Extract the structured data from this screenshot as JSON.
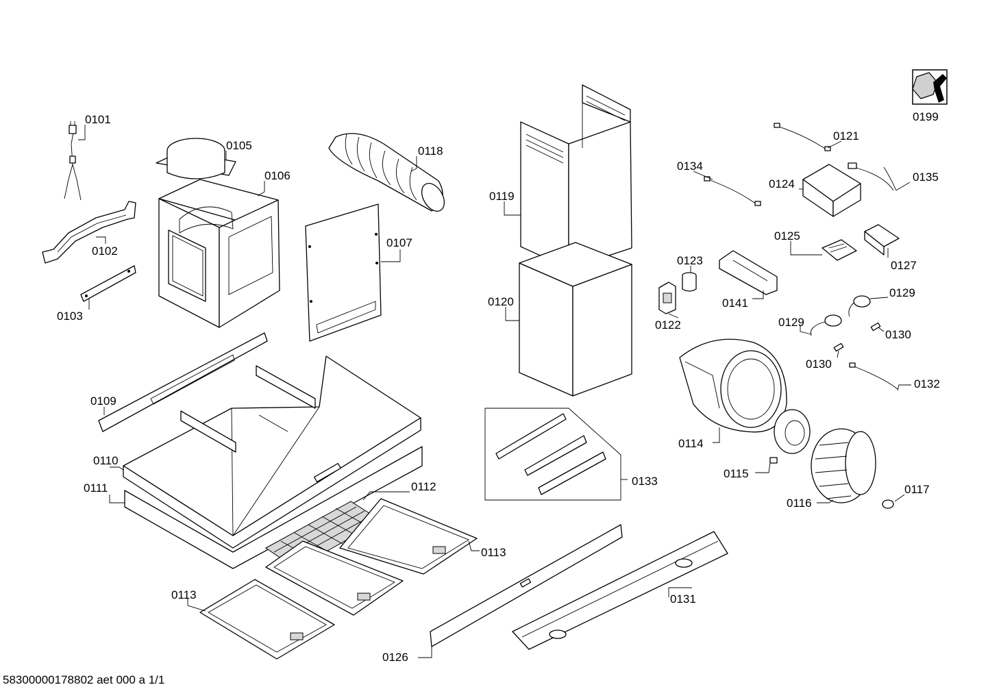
{
  "parts": [
    {
      "id": "p0101",
      "label": "0101"
    },
    {
      "id": "p0102",
      "label": "0102"
    },
    {
      "id": "p0103",
      "label": "0103"
    },
    {
      "id": "p0105",
      "label": "0105"
    },
    {
      "id": "p0106",
      "label": "0106"
    },
    {
      "id": "p0107",
      "label": "0107"
    },
    {
      "id": "p0109",
      "label": "0109"
    },
    {
      "id": "p0110",
      "label": "0110"
    },
    {
      "id": "p0111",
      "label": "0111"
    },
    {
      "id": "p0112",
      "label": "0112"
    },
    {
      "id": "p0113a",
      "label": "0113"
    },
    {
      "id": "p0113b",
      "label": "0113"
    },
    {
      "id": "p0114",
      "label": "0114"
    },
    {
      "id": "p0115",
      "label": "0115"
    },
    {
      "id": "p0116",
      "label": "0116"
    },
    {
      "id": "p0117",
      "label": "0117"
    },
    {
      "id": "p0118",
      "label": "0118"
    },
    {
      "id": "p0119",
      "label": "0119"
    },
    {
      "id": "p0120",
      "label": "0120"
    },
    {
      "id": "p0121",
      "label": "0121"
    },
    {
      "id": "p0122",
      "label": "0122"
    },
    {
      "id": "p0123",
      "label": "0123"
    },
    {
      "id": "p0124",
      "label": "0124"
    },
    {
      "id": "p0125",
      "label": "0125"
    },
    {
      "id": "p0126",
      "label": "0126"
    },
    {
      "id": "p0127",
      "label": "0127"
    },
    {
      "id": "p0129a",
      "label": "0129"
    },
    {
      "id": "p0129b",
      "label": "0129"
    },
    {
      "id": "p0130a",
      "label": "0130"
    },
    {
      "id": "p0130b",
      "label": "0130"
    },
    {
      "id": "p0131",
      "label": "0131"
    },
    {
      "id": "p0132",
      "label": "0132"
    },
    {
      "id": "p0133",
      "label": "0133"
    },
    {
      "id": "p0134",
      "label": "0134"
    },
    {
      "id": "p0135",
      "label": "0135"
    },
    {
      "id": "p0141",
      "label": "0141"
    },
    {
      "id": "p0199",
      "label": "0199"
    }
  ],
  "footer": "58300000178802 aet 000 a 1/1",
  "icons": {
    "service": "wrench-nut-icon"
  }
}
